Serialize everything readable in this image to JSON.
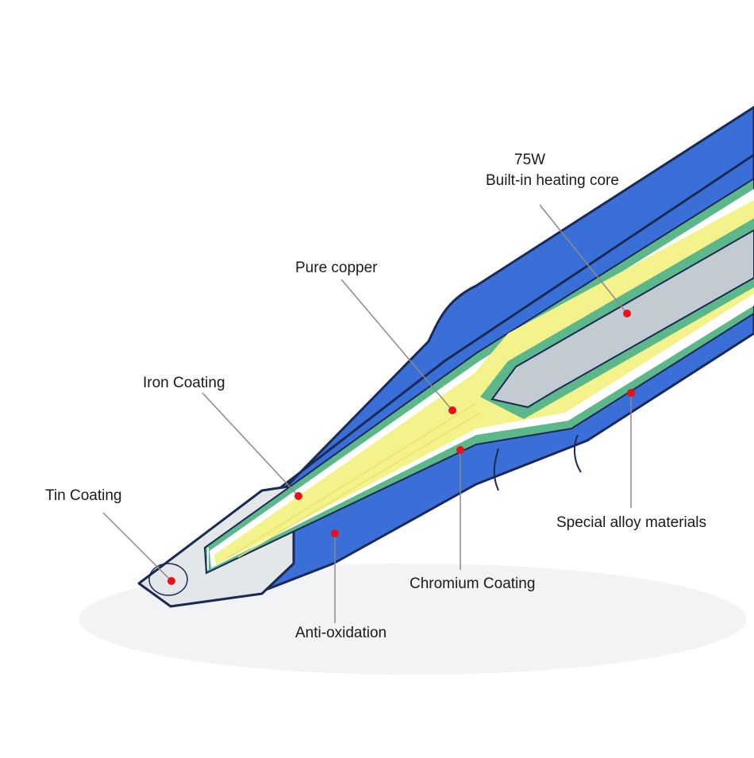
{
  "colors": {
    "background": "#ffffff",
    "shell_blue": "#3a6fd8",
    "outline": "#1b2a55",
    "green": "#5cb88a",
    "white_layer": "#ffffff",
    "yellow": "#f4f28a",
    "core_gray": "#c2cbd2",
    "tip_silver": "#e3e7ea",
    "leader": "#8a8a8a",
    "dot": "#e8101a"
  },
  "labels": {
    "power": "75W",
    "heating_core": "Built-in heating core",
    "pure_copper": "Pure copper",
    "iron_coating": "Iron Coating",
    "tin_coating": "Tin Coating",
    "special_alloy": "Special alloy materials",
    "chromium_coating": "Chromium Coating",
    "anti_oxidation": "Anti-oxidation"
  }
}
